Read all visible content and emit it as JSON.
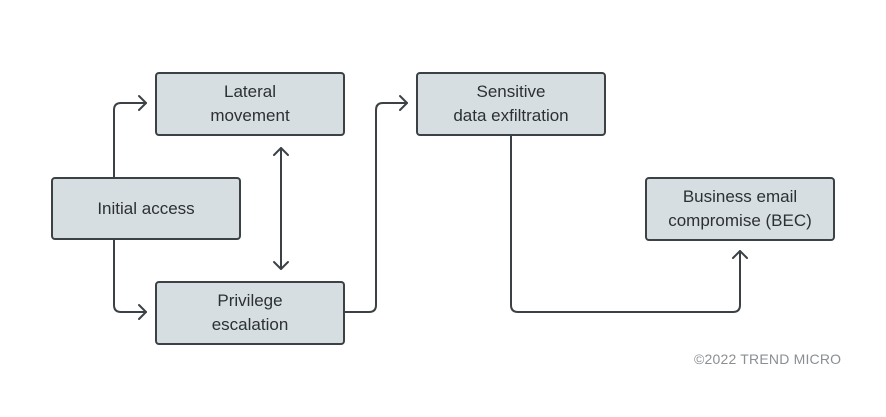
{
  "nodes": {
    "initial_access": "Initial access",
    "lateral_movement": "Lateral\nmovement",
    "privilege_escalation": "Privilege\nescalation",
    "sensitive_exfiltration": "Sensitive\ndata exfiltration",
    "bec": "Business email\ncompromise (BEC)"
  },
  "footer": {
    "copyright": "©2022 TREND MICRO"
  },
  "colors": {
    "node_fill": "#d7dee2",
    "node_border": "#3b4145",
    "connector": "#3b4145",
    "text": "#2b3034",
    "copyright": "#8a8f93"
  }
}
